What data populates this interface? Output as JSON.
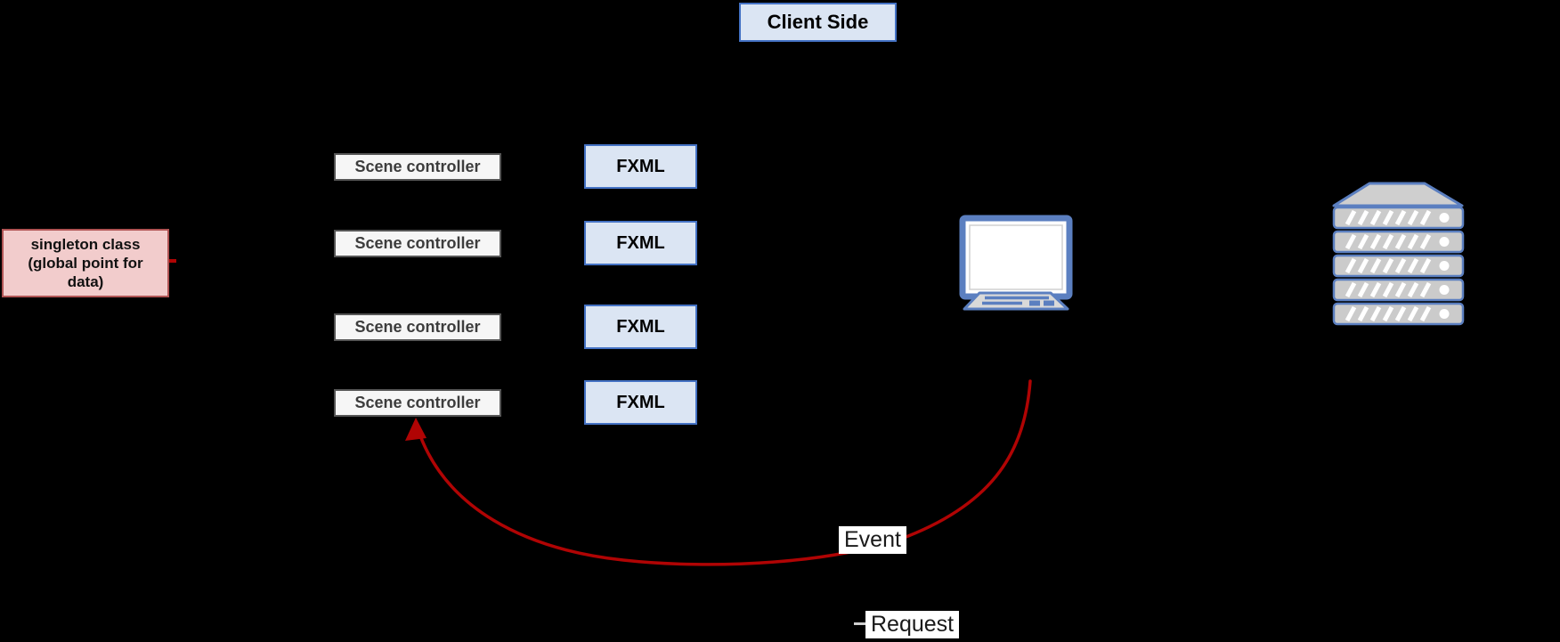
{
  "header": {
    "client_side_label": "Client Side"
  },
  "singleton_box": {
    "lines": [
      "singleton class",
      "(global point for",
      "data)"
    ]
  },
  "rows": [
    {
      "scene_controller": "Scene controller",
      "fxml": "FXML"
    },
    {
      "scene_controller": "Scene controller",
      "fxml": "FXML"
    },
    {
      "scene_controller": "Scene controller",
      "fxml": "FXML"
    },
    {
      "scene_controller": "Scene controller",
      "fxml": "FXML"
    }
  ],
  "arrow_labels": {
    "event": "Event",
    "request": "Request"
  },
  "icons": {
    "computer": "computer-icon",
    "server": "server-stack-icon"
  },
  "colors": {
    "background": "#000000",
    "accent_blue_border": "#4472c4",
    "light_blue_fill": "#dbe5f3",
    "gray_box_fill": "#f6f6f6",
    "gray_box_border": "#565656",
    "pink_fill": "#f2cccc",
    "pink_border": "#b05454",
    "arrow_red": "#b00404",
    "icon_blue": "#5b7fc0",
    "icon_gray": "#cbcbcb"
  }
}
